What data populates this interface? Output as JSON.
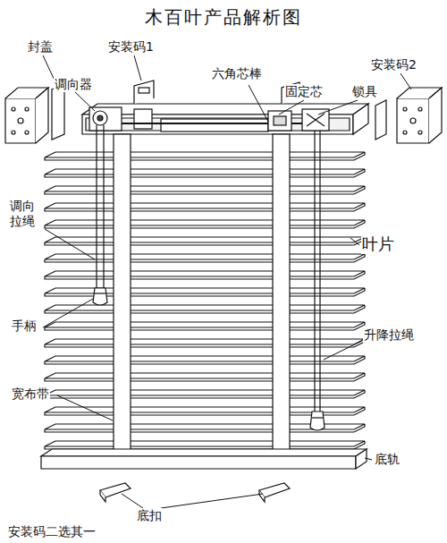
{
  "diagram": {
    "title": "木百叶产品解析图",
    "labels": [
      "封盖",
      "安装码1",
      "调向器",
      "六角芯棒",
      "固定芯",
      "锁具",
      "安装码2",
      "调向拉绳",
      "叶片",
      "手柄",
      "升降拉绳",
      "宽布带",
      "底轨",
      "底扣",
      "安装码二选其一"
    ]
  }
}
